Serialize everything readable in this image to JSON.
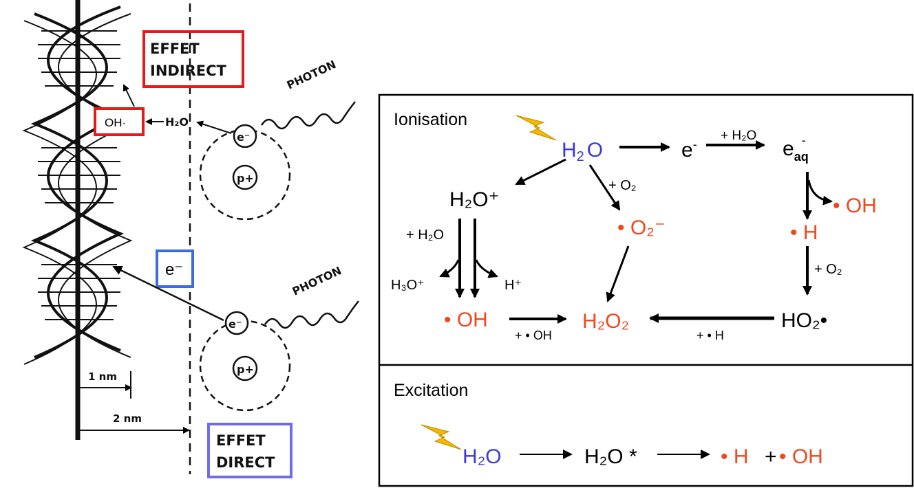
{
  "left": {
    "effet_indirect": [
      "EFFET",
      "INDIRECT"
    ],
    "effet_direct": [
      "EFFET",
      "DIRECT"
    ],
    "photon_label": "PHOTON",
    "oh_radical": "OH·",
    "water": "H₂O",
    "electron_box": "e⁻",
    "electron": "e⁻",
    "proton": "p+",
    "dist_1nm": "1 nm",
    "dist_2nm": "2 nm",
    "colors": {
      "indirect_box": "#e01c1c",
      "direct_box": "#6e6ee8",
      "electron_box": "#3a6ee0"
    }
  },
  "ionisation": {
    "title": "Ionisation",
    "h2o": "H",
    "h2o_sub": "2",
    "h2o_o": "O",
    "e_minus": "e",
    "e_aq": "e",
    "e_aq_sub": "aq",
    "plus_h2o_top": "+ H₂O",
    "h2o_plus": "H₂O⁺",
    "plus_o2_mid": "+ O₂",
    "o2_radical": "• O₂⁻",
    "oh_radical_right": "• OH",
    "h_radical": "• H",
    "plus_o2_right": "+ O₂",
    "plus_h2o_left": "+ H₂O",
    "h3o_plus": "H₃O⁺",
    "h_plus": "H⁺",
    "oh_radical_left": "• OH",
    "plus_oh": "+ • OH",
    "h2o2": "H₂O₂",
    "plus_h": "+ • H",
    "ho2_radical": "HO₂•"
  },
  "excitation": {
    "title": "Excitation",
    "h2o": "H₂O",
    "h2o_star": "H₂O *",
    "h_radical": "• H",
    "plus": "+",
    "oh_radical": "• OH"
  },
  "colors": {
    "radical": "#f0471e",
    "water": "#3a3ad6",
    "lightning": "#f5b800"
  }
}
